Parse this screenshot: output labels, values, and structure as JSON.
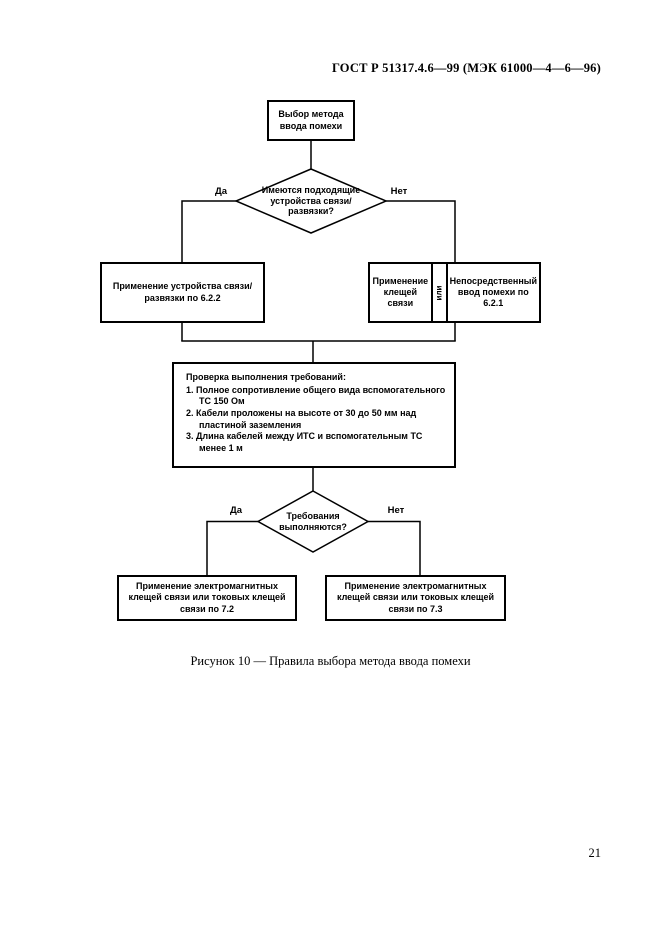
{
  "page": {
    "header": "ГОСТ Р 51317.4.6—99 (МЭК 61000—4—6—96)",
    "caption": "Рисунок 10 — Правила выбора метода ввода помехи",
    "page_number": "21"
  },
  "flowchart": {
    "start_box": "Выбор метода ввода помехи",
    "decision1": "Имеются подходящие устройства связи/развязки?",
    "yes1": "Да",
    "no1": "Нет",
    "coupling_device_box": "Применение устройства связи/развязки по 6.2.2",
    "clamp_box": "Применение клещей связи",
    "or_label": "или",
    "direct_box": "Непосредственный ввод помехи по 6.2.1",
    "requirements": {
      "title": "Проверка выполнения требований:",
      "items": [
        "1. Полное сопротивление общего вида вспомогательного ТС 150 Ом",
        "2. Кабели проложены на высоте от 30 до 50 мм над пластиной заземления",
        "3. Длина кабелей между ИТС и вспомогательным ТС менее 1 м"
      ]
    },
    "decision2": "Требования выполняются?",
    "yes2": "Да",
    "no2": "Нет",
    "result_left": "Применение электромагнитных клещей связи или токовых клещей связи по 7.2",
    "result_right": "Применение электромагнитных клещей связи или токовых клещей связи по 7.3"
  },
  "colors": {
    "ink": "#000000",
    "paper": "#ffffff"
  }
}
